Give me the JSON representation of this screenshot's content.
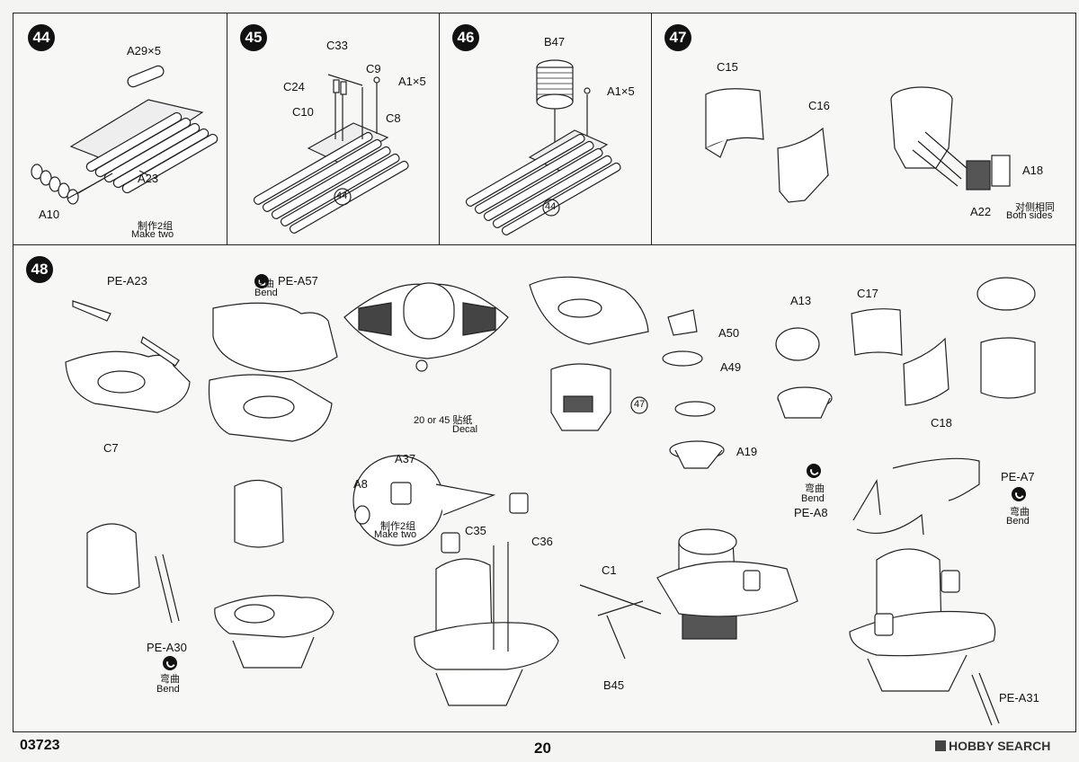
{
  "steps": {
    "s44": {
      "number": "44",
      "labels": {
        "a29": "A29×5",
        "a23": "A23",
        "a10": "A10"
      },
      "note_cn": "制作2组",
      "note_en": "Make two"
    },
    "s45": {
      "number": "45",
      "labels": {
        "c33": "C33",
        "c9": "C9",
        "a1": "A1×5",
        "c24": "C24",
        "c10": "C10",
        "c8": "C8",
        "ref": "44"
      }
    },
    "s46": {
      "number": "46",
      "labels": {
        "b47": "B47",
        "a1": "A1×5",
        "ref": "44"
      }
    },
    "s47": {
      "number": "47",
      "labels": {
        "c15": "C15",
        "c16": "C16",
        "a18": "A18",
        "a22": "A22"
      },
      "note_cn": "对侧相同",
      "note_en": "Both sides"
    },
    "s48": {
      "number": "48",
      "labels": {
        "pea23": "PE-A23",
        "pea57": "PE-A57",
        "c7": "C7",
        "a50": "A50",
        "a49": "A49",
        "a13": "A13",
        "c17": "C17",
        "c18": "C18",
        "a19": "A19",
        "ref47": "47",
        "decal": "Decal",
        "decal_cn": "20 or 45 贴纸",
        "a37": "A37",
        "a8": "A8",
        "c35": "C35",
        "c36": "C36",
        "c1": "C1",
        "b45": "B45",
        "pea30": "PE-A30",
        "pea8": "PE-A8",
        "pea7": "PE-A7",
        "pea31": "PE-A31"
      },
      "make_two_cn": "制作2组",
      "make_two_en": "Make two",
      "bend_cn": "弯曲",
      "bend_en": "Bend"
    }
  },
  "footer": {
    "code": "03723",
    "page": "20",
    "watermark": "HOBBY SEARCH"
  }
}
